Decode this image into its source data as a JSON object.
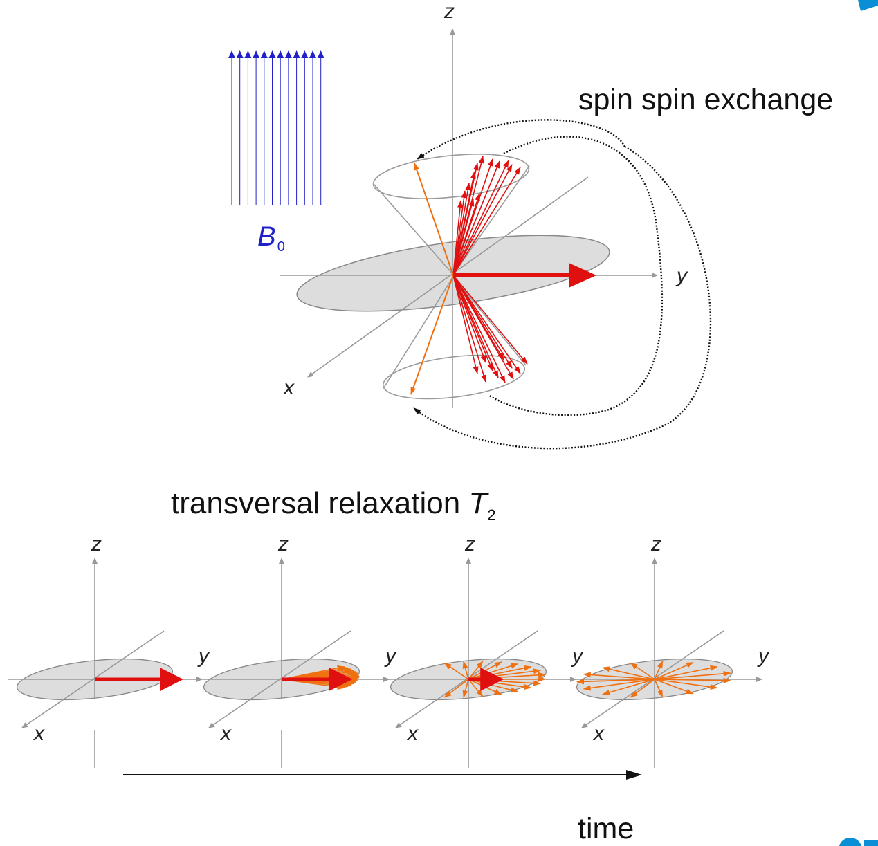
{
  "colors": {
    "b0_field": "#2020c8",
    "spin_red": "#e01010",
    "spin_orange": "#f07010",
    "axis": "#999999",
    "disk": "#dddddd",
    "corner_accent": "#0a8fd6"
  },
  "b0": {
    "label": "B",
    "subscript": "0"
  },
  "main_diagram": {
    "axis_labels": {
      "x": "x",
      "y": "y",
      "z": "z"
    },
    "annotation": "spin spin exchange"
  },
  "t2": {
    "title_text": "transversal relaxation ",
    "title_symbol": "T",
    "title_subscript": "2",
    "panels": [
      {
        "x": "x",
        "y": "y",
        "z": "z",
        "coherent_fraction": 1.0
      },
      {
        "x": "x",
        "y": "y",
        "z": "z",
        "coherent_fraction": 0.8
      },
      {
        "x": "x",
        "y": "y",
        "z": "z",
        "coherent_fraction": 0.4
      },
      {
        "x": "x",
        "y": "y",
        "z": "z",
        "coherent_fraction": 0.0
      }
    ]
  },
  "time_axis": {
    "label": "time"
  },
  "icons": [
    "corner-triangle-icon",
    "logo-icon"
  ]
}
